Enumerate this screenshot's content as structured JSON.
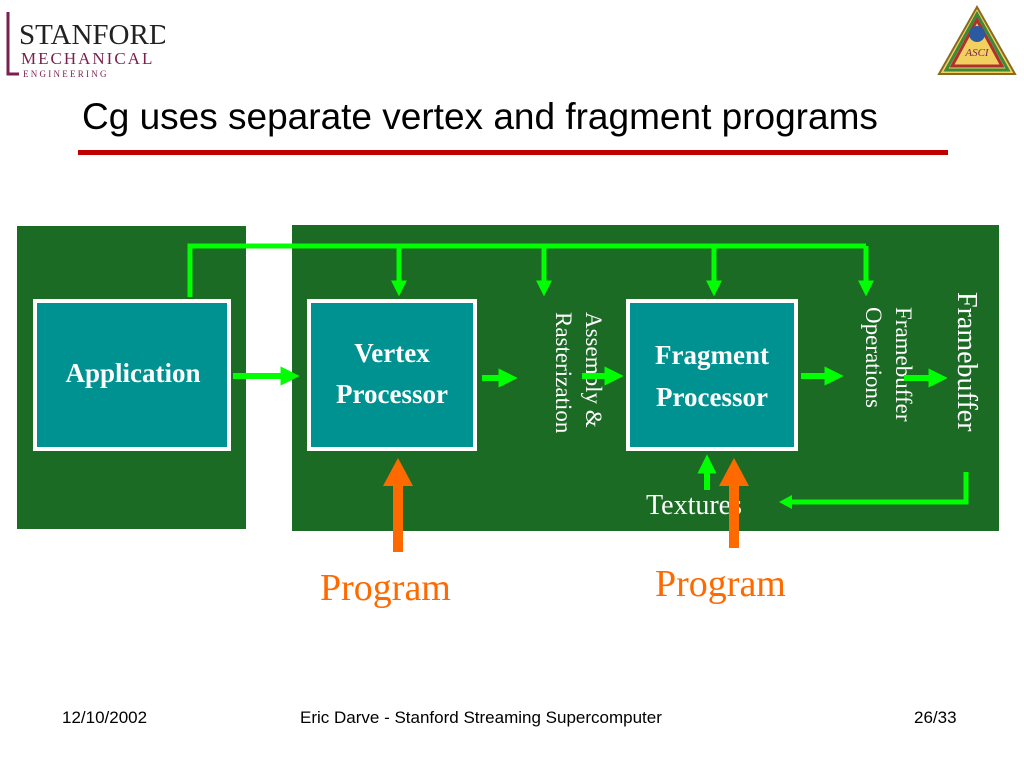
{
  "header": {
    "logo_left": {
      "line1": "STANFORD",
      "line2": "MECHANICAL",
      "line3": "E N G I N E E R I N G"
    },
    "logo_right": {
      "text": "ASCI"
    },
    "title": "Cg uses separate vertex and fragment programs"
  },
  "diagram": {
    "application": "Application",
    "vertex_processor": [
      "Vertex",
      "Processor"
    ],
    "assembly": [
      "Assembly &",
      "Rasterization"
    ],
    "fragment_processor": [
      "Fragment",
      "Processor"
    ],
    "framebuffer_ops": [
      "Framebuffer",
      "Operations"
    ],
    "framebuffer": "Framebuffer",
    "textures": "Textures",
    "program_left": "Program",
    "program_right": "Program"
  },
  "colors": {
    "panel_green": "#1c6b25",
    "box_teal": "#009191",
    "arrow_green": "#00ff00",
    "arrow_orange": "#ff6a00",
    "title_rule": "#c00000"
  },
  "footer": {
    "date": "12/10/2002",
    "author": "Eric Darve - Stanford Streaming Supercomputer",
    "page": "26/33"
  }
}
